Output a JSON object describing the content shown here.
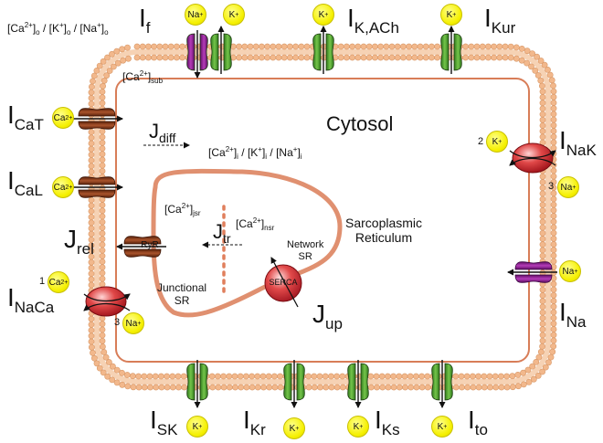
{
  "colors": {
    "cell_border": "#d87d58",
    "membrane_bead": "#f2b88c",
    "green_channel": "#4c9a2b",
    "purple_channel": "#8a1a8e",
    "brown_channel": "#7a3418",
    "ion_yellow": "#f5f000",
    "pump_red": "#c8202a"
  },
  "labels": {
    "outside_conc": {
      "a": "[Ca",
      "b": "2+",
      "c": "]",
      "d": "o",
      "e": " / [K",
      "f": "+",
      "g": "]",
      "h": "o",
      "i": " / [Na",
      "j": "+",
      "k": "]",
      "l": "o"
    },
    "i_f": {
      "main": "I",
      "sub": "f"
    },
    "i_kach": {
      "main": "I",
      "sub": "K,ACh"
    },
    "i_kur": {
      "main": "I",
      "sub": "Kur"
    },
    "i_cat": {
      "main": "I",
      "sub": "CaT"
    },
    "i_cal": {
      "main": "I",
      "sub": "CaL"
    },
    "i_nak": {
      "main": "I",
      "sub": "NaK"
    },
    "i_naca": {
      "main": "I",
      "sub": "NaCa"
    },
    "i_na": {
      "main": "I",
      "sub": "Na"
    },
    "i_sk": {
      "main": "I",
      "sub": "SK"
    },
    "i_kr": {
      "main": "I",
      "sub": "Kr"
    },
    "i_ks": {
      "main": "I",
      "sub": "Ks"
    },
    "i_to": {
      "main": "I",
      "sub": "to"
    },
    "ca_sub": {
      "a": "[Ca",
      "b": "2+",
      "c": "]",
      "d": "sub"
    },
    "cytosol": "Cytosol",
    "j_diff": {
      "main": "J",
      "sub": "diff"
    },
    "inside_conc": {
      "a": "[Ca",
      "b": "2+",
      "c": "]",
      "d": "i",
      "e": " / [K",
      "f": "+",
      "g": "]",
      "h": "i",
      "i": " / [Na",
      "j": "+",
      "k": "]",
      "l": "i"
    },
    "ca_jsr": {
      "a": "[Ca",
      "b": "2+",
      "c": "]",
      "d": "jsr"
    },
    "ca_nsr": {
      "a": "[Ca",
      "b": "2+",
      "c": "]",
      "d": "nsr"
    },
    "sr_title": {
      "line1": "Sarcoplasmic",
      "line2": "Reticulum"
    },
    "j_tr": {
      "main": "J",
      "sub": "tr"
    },
    "network_sr": {
      "line1": "Network",
      "line2": "SR"
    },
    "junctional_sr": {
      "line1": "Junctional",
      "line2": "SR"
    },
    "j_rel": {
      "main": "J",
      "sub": "rel"
    },
    "j_up": {
      "main": "J",
      "sub": "up"
    },
    "ryr": "RyR",
    "serca": "SERCA"
  },
  "ions": {
    "na": {
      "sym": "Na",
      "charge": "+"
    },
    "k": {
      "sym": "K",
      "charge": "+"
    },
    "ca": {
      "sym": "Ca",
      "charge": "2+"
    }
  },
  "stoich": {
    "nak_k": "2",
    "nak_na": "3",
    "naca_ca": "1",
    "naca_na": "3"
  }
}
